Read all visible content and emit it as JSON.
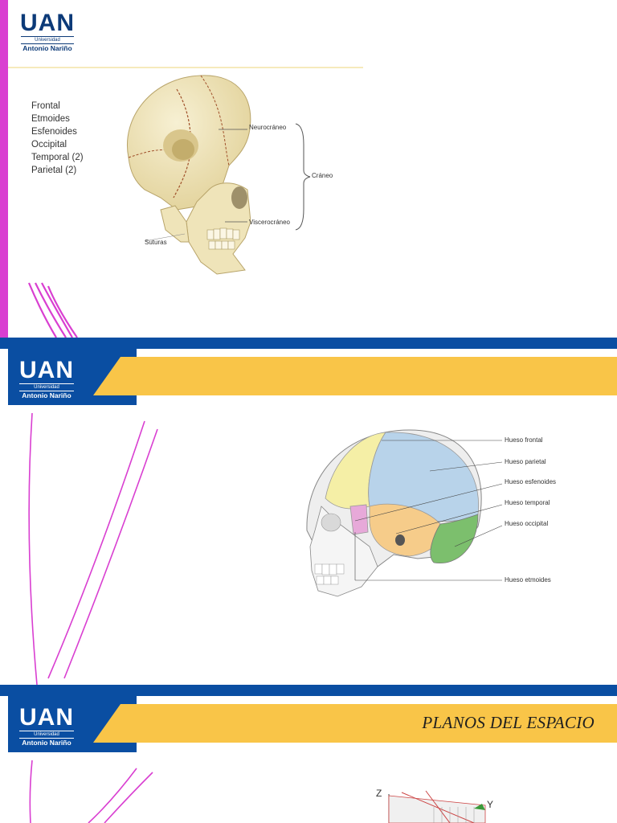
{
  "logo": {
    "uan": "UAN",
    "universidad": "Universidad",
    "name": "Antonio Nariño"
  },
  "slide1": {
    "bones": [
      "Frontal",
      "Etmoides",
      "Esfenoides",
      "Occipital",
      "Temporal (2)",
      "Parietal (2)"
    ],
    "labels": {
      "neurocraneo": "Neurocráneo",
      "craneo": "Cráneo",
      "viscerocraneo": "Viscerocráneo",
      "suturas": "Suturas"
    }
  },
  "slide2": {
    "labels": [
      "Hueso frontal",
      "Hueso parietal",
      "Hueso esfenoides",
      "Hueso temporal",
      "Hueso occipital",
      "Hueso etmoides"
    ]
  },
  "slide3": {
    "title": "PLANOS DEL ESPACIO",
    "axes": {
      "z": "Z",
      "y": "Y"
    }
  },
  "colors": {
    "uan_blue": "#0a4ea2",
    "band_yellow": "#f9c548",
    "magenta": "#d93fd1"
  }
}
